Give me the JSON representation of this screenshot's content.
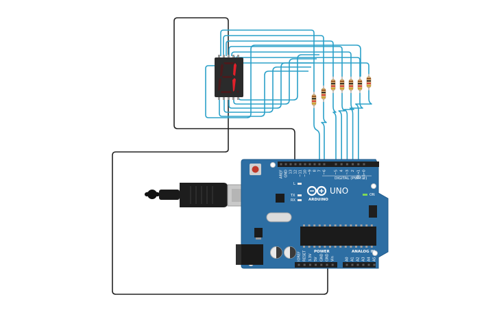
{
  "board": {
    "name": "UNO",
    "brand": "ARDUINO",
    "digital_header_label": "DIGITAL (PWM ~)",
    "power_header_label": "POWER",
    "analog_header_label": "ANALOG IN",
    "on_label": "ON",
    "led_labels": {
      "l": "L",
      "tx": "TX",
      "rx": "RX"
    },
    "digital_pin_labels": [
      "AREF",
      "GND",
      "13",
      "12",
      "~11",
      "~10",
      "~9",
      "8",
      "7",
      "~6",
      "~5",
      "4",
      "~3",
      "2",
      "TX→1",
      "RX←0"
    ],
    "power_pin_labels": [
      "IOREF",
      "RESET",
      "3.3V",
      "5V",
      "GND",
      "GND",
      "Vin"
    ],
    "analog_pin_labels": [
      "A0",
      "A1",
      "A2",
      "A3",
      "A4",
      "A5"
    ]
  },
  "display": {
    "shown_digit": "1"
  },
  "colors": {
    "board": "#2d6ea3",
    "board_edge": "#1f5a8a",
    "wire_signal": "#2aa0c8",
    "wire_ground": "#222222",
    "segment_on": "#e0202a",
    "segment_off": "#4a1a1c",
    "display_body": "#2b2b2b",
    "resistor_body": "#d8b27a"
  }
}
